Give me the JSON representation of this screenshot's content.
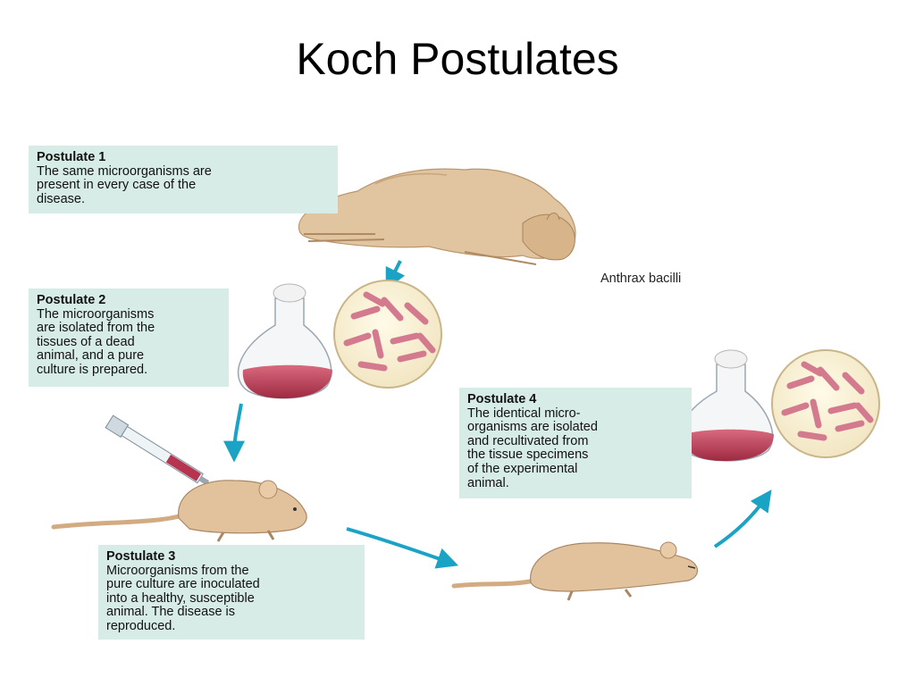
{
  "title": "Koch Postulates",
  "caption": "Anthrax bacilli",
  "postulates": [
    {
      "heading": "Postulate 1",
      "text": "The same microorganisms are\npresent in every case of the\ndisease."
    },
    {
      "heading": "Postulate 2",
      "text": "The microorganisms\nare isolated from the\ntissues of a dead\nanimal, and a pure\nculture is prepared."
    },
    {
      "heading": "Postulate 3",
      "text": "Microorganisms from the\npure culture are inoculated\ninto a healthy, susceptible\nanimal. The disease is\nreproduced."
    },
    {
      "heading": "Postulate 4",
      "text": "The identical micro-\norganisms are isolated\nand recultivated from\nthe tissue specimens\nof the experimental\nanimal."
    }
  ],
  "colors": {
    "box_bg": "#d7ece7",
    "arrow": "#1aa3c4",
    "animal": "#e3c29c",
    "culture": "#c0485e",
    "bacilli": "#d9788e"
  }
}
